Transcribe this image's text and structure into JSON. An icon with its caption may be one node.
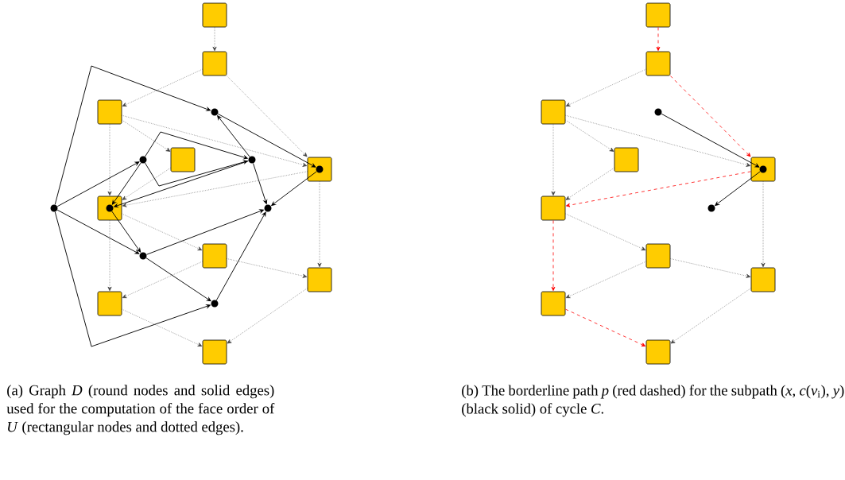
{
  "diagram": {
    "nodes": [
      {
        "text": [],
        "shape": "box"
      },
      {
        "text": [],
        "shape": "box"
      },
      {
        "text": [],
        "shape": "box"
      },
      {
        "text": [],
        "shape": "box"
      },
      {
        "text": [],
        "shape": "box"
      },
      {
        "text": [],
        "shape": "box"
      },
      {
        "text": [],
        "shape": "box"
      },
      {
        "text": [],
        "shape": "box"
      },
      {
        "text": [],
        "shape": "box"
      },
      {
        "text": [],
        "shape": "box"
      },
      {
        "text": [],
        "shape": "circle"
      },
      {
        "text": [],
        "shape": "circle"
      },
      {
        "text": [],
        "shape": "circle",
        "in": 4
      },
      {
        "text": [],
        "shape": "circle"
      },
      {
        "text": [],
        "shape": "circle"
      },
      {
        "text": [],
        "shape": "circle"
      },
      {
        "text": [],
        "shape": "circle"
      },
      {
        "text": [],
        "shape": "circle",
        "in": 6
      },
      {
        "text": [],
        "shape": "circle"
      },
      {
        "text": [],
        "shape": "box"
      },
      {
        "text": [],
        "shape": "box"
      },
      {
        "text": [],
        "shape": "box"
      },
      {
        "text": [],
        "shape": "box"
      },
      {
        "text": [],
        "shape": "box"
      },
      {
        "text": [],
        "shape": "box"
      },
      {
        "text": [],
        "shape": "box"
      },
      {
        "text": [],
        "shape": "box"
      },
      {
        "text": [],
        "shape": "box"
      },
      {
        "text": [],
        "shape": "box"
      },
      {
        "text": [],
        "shape": "circle"
      },
      {
        "text": [],
        "shape": "circle",
        "in": 25
      },
      {
        "text": [],
        "shape": "circle"
      }
    ],
    "edges": [
      {
        "from": 0,
        "to": 1,
        "arrow": "to",
        "style": "dashed"
      },
      {
        "from": 1,
        "to": 2,
        "arrow": "to",
        "style": "dashed"
      },
      {
        "from": 1,
        "to": 6,
        "arrow": "to",
        "style": "dashed"
      },
      {
        "from": 2,
        "to": 3,
        "arrow": "to",
        "style": "dashed"
      },
      {
        "from": 2,
        "to": 6,
        "arrow": "to",
        "style": "dashed"
      },
      {
        "from": 2,
        "to": 4,
        "arrow": "to",
        "style": "dashed"
      },
      {
        "from": 3,
        "to": 4,
        "arrow": "to",
        "style": "dashed"
      },
      {
        "from": 6,
        "to": 4,
        "arrow": "to",
        "style": "dashed"
      },
      {
        "from": 4,
        "to": 5,
        "arrow": "to",
        "style": "dashed"
      },
      {
        "from": 4,
        "to": 8,
        "arrow": "to",
        "style": "dashed"
      },
      {
        "from": 5,
        "to": 8,
        "arrow": "to",
        "style": "dashed"
      },
      {
        "from": 5,
        "to": 7,
        "arrow": "to",
        "style": "dashed"
      },
      {
        "from": 6,
        "to": 7,
        "arrow": "to",
        "style": "dashed"
      },
      {
        "from": 7,
        "to": 9,
        "arrow": "to",
        "style": "dashed"
      },
      {
        "from": 8,
        "to": 9,
        "arrow": "to",
        "style": "dashed"
      },
      {
        "from": 10,
        "to": 11,
        "arrow": "to"
      },
      {
        "from": 10,
        "to": 13,
        "arrow": "to"
      },
      {
        "from": 10,
        "to": 14,
        "arrow": "to"
      },
      {
        "from": 10,
        "to": 15,
        "arrow": "to"
      },
      {
        "from": 11,
        "to": 12,
        "arrow": "to"
      },
      {
        "from": 11,
        "to": 16,
        "arrow": "to"
      },
      {
        "from": 11,
        "to": 16,
        "arrow": "to"
      },
      {
        "from": 16,
        "to": 12,
        "arrow": "to"
      },
      {
        "from": 12,
        "to": 13,
        "arrow": "to"
      },
      {
        "from": 13,
        "to": 18,
        "arrow": "to"
      },
      {
        "from": 14,
        "to": 18,
        "arrow": "to"
      },
      {
        "from": 13,
        "to": 14,
        "arrow": "to"
      },
      {
        "from": 16,
        "to": 15,
        "arrow": "to"
      },
      {
        "from": 16,
        "to": 18,
        "arrow": "to"
      },
      {
        "from": 15,
        "to": 17,
        "arrow": "to"
      },
      {
        "from": 17,
        "to": 18,
        "arrow": "to"
      },
      {
        "from": 19,
        "to": 20,
        "arrow": "to",
        "style": "dashed",
        "color": "#ff0000"
      },
      {
        "from": 20,
        "to": 21,
        "arrow": "to",
        "style": "dashed"
      },
      {
        "from": 20,
        "to": 25,
        "arrow": "to",
        "style": "dashed",
        "color": "#ff0000"
      },
      {
        "from": 21,
        "to": 22,
        "arrow": "to",
        "style": "dashed"
      },
      {
        "from": 21,
        "to": 25,
        "arrow": "to",
        "style": "dashed"
      },
      {
        "from": 21,
        "to": 23,
        "arrow": "to",
        "style": "dashed"
      },
      {
        "from": 22,
        "to": 23,
        "arrow": "to",
        "style": "dashed"
      },
      {
        "from": 25,
        "to": 23,
        "arrow": "to",
        "style": "dashed",
        "color": "#ff0000"
      },
      {
        "from": 23,
        "to": 24,
        "arrow": "to",
        "style": "dashed"
      },
      {
        "from": 23,
        "to": 27,
        "arrow": "to",
        "style": "dashed",
        "color": "#ff0000"
      },
      {
        "from": 24,
        "to": 27,
        "arrow": "to",
        "style": "dashed"
      },
      {
        "from": 24,
        "to": 26,
        "arrow": "to",
        "style": "dashed"
      },
      {
        "from": 25,
        "to": 26,
        "arrow": "to",
        "style": "dashed"
      },
      {
        "from": 26,
        "to": 28,
        "arrow": "to",
        "style": "dashed"
      },
      {
        "from": 27,
        "to": 28,
        "arrow": "to",
        "style": "dashed",
        "color": "#ff0000"
      },
      {
        "from": 29,
        "to": 30,
        "arrow": "to"
      },
      {
        "from": 30,
        "to": 31,
        "arrow": "to"
      }
    ],
    "labels": [
      "(a) Graph *D* (round nodes and solid edges) used for the computation of the face order of *U* (rectangular nodes and dotted edges).",
      "(b) The borderline path *p* (red dashed) for the subpath (*x*, *c*(*v*$_{i}$), *y*) (black solid) of cycle *C*."
    ]
  }
}
